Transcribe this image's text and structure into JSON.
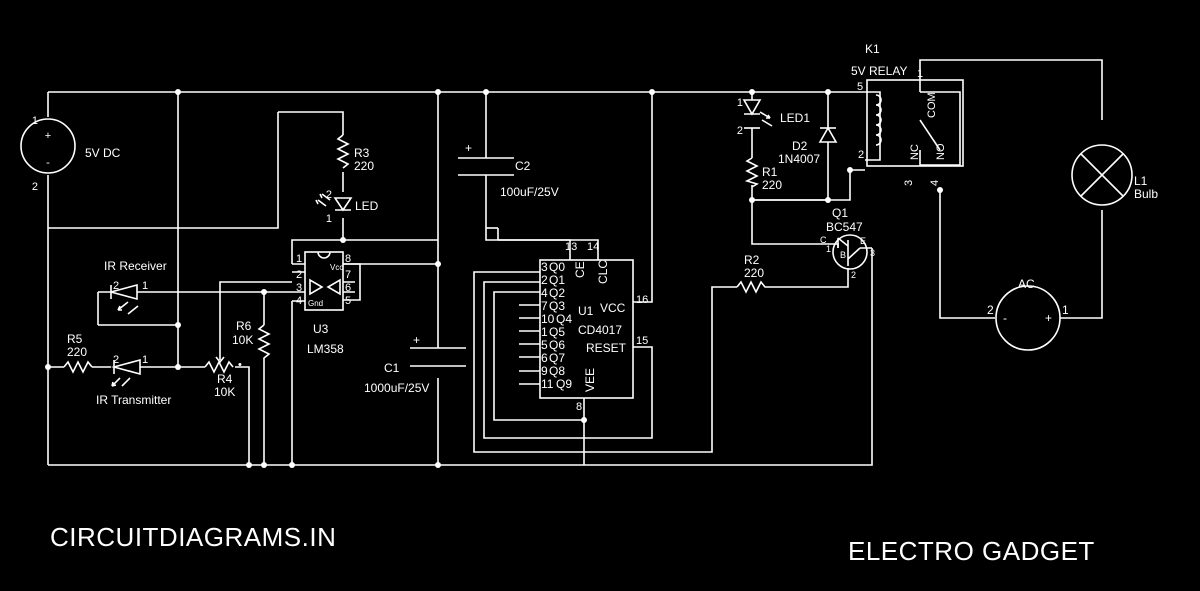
{
  "colors": {
    "background": "#000000",
    "ink": "#ffffff"
  },
  "footer": {
    "left_brand": "CIRCUITDIAGRAMS.IN",
    "right_brand": "ELECTRO GADGET"
  },
  "supply": {
    "name": "5V DC",
    "pin_top": "1",
    "pin_bottom": "2",
    "plus": "+",
    "minus": "-"
  },
  "r3": {
    "name": "R3",
    "value": "220"
  },
  "led": {
    "name": "LED",
    "pin_a": "2",
    "pin_k": "1"
  },
  "c2": {
    "name": "C2",
    "value": "100uF/25V",
    "plus": "+"
  },
  "c1": {
    "name": "C1",
    "value": "1000uF/25V",
    "plus": "+"
  },
  "ir_receiver": {
    "name": "IR Receiver",
    "pin_a": "2",
    "pin_k": "1"
  },
  "ir_transmitter": {
    "name": "IR Transmitter",
    "pin_a": "2",
    "pin_k": "1"
  },
  "r5": {
    "name": "R5",
    "value": "220"
  },
  "r4": {
    "name": "R4",
    "value": "10K"
  },
  "r6": {
    "name": "R6",
    "value": "10K"
  },
  "u3": {
    "name": "U3",
    "part": "LM358",
    "vcc": "Vcc",
    "gnd": "Gnd",
    "pins": [
      "1",
      "2",
      "3",
      "4",
      "8",
      "7",
      "6",
      "5"
    ]
  },
  "u1": {
    "name": "U1",
    "part": "CD4017",
    "outputs": [
      {
        "pin": "3",
        "label": "Q0"
      },
      {
        "pin": "2",
        "label": "Q1"
      },
      {
        "pin": "4",
        "label": "Q2"
      },
      {
        "pin": "7",
        "label": "Q3"
      },
      {
        "pin": "10",
        "label": "Q4"
      },
      {
        "pin": "1",
        "label": "Q5"
      },
      {
        "pin": "5",
        "label": "Q6"
      },
      {
        "pin": "6",
        "label": "Q7"
      },
      {
        "pin": "9",
        "label": "Q8"
      },
      {
        "pin": "11",
        "label": "Q9"
      }
    ],
    "ce": "CE",
    "ce_pin": "13",
    "clc": "CLC",
    "clc_pin": "14",
    "vcc": "VCC",
    "vcc_pin": "16",
    "reset": "RESET",
    "reset_pin": "15",
    "vee": "VEE",
    "vee_pin": "8"
  },
  "led1": {
    "name": "LED1",
    "pin_a": "1",
    "pin_k": "2"
  },
  "d2": {
    "name": "D2",
    "part": "1N4007"
  },
  "r1": {
    "name": "R1",
    "value": "220"
  },
  "r2": {
    "name": "R2",
    "value": "220"
  },
  "q1": {
    "name": "Q1",
    "part": "BC547",
    "c": "C",
    "b": "B",
    "e": "E",
    "pin_1": "1",
    "pin_2": "2",
    "pin_3": "3"
  },
  "k1": {
    "name": "K1",
    "part": "5V RELAY",
    "com": "COM",
    "nc": "NC",
    "no": "NO",
    "pins": {
      "p1": "1",
      "p2": "2",
      "p3": "3",
      "p4": "4",
      "p5": "5"
    }
  },
  "l1": {
    "name": "L1",
    "part": "Bulb"
  },
  "ac": {
    "name": "AC",
    "pin_left": "2",
    "pin_right": "1",
    "minus": "-",
    "plus": "+"
  }
}
